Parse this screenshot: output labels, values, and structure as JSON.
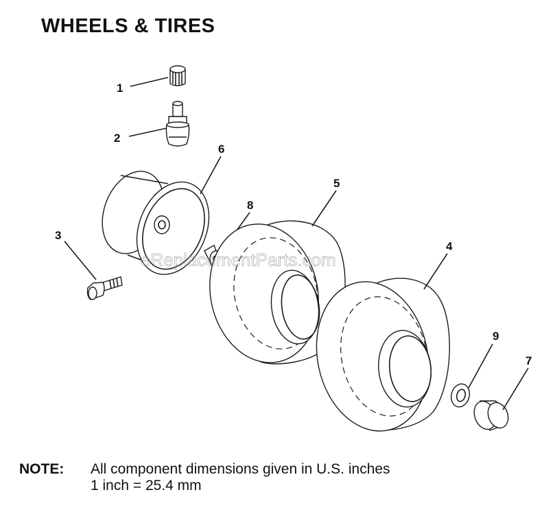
{
  "title": "WHEELS & TIRES",
  "watermark": "eReplacementParts.com",
  "callouts": {
    "c1": "1",
    "c2": "2",
    "c3": "3",
    "c4": "4",
    "c5": "5",
    "c6": "6",
    "c7": "7",
    "c8": "8",
    "c9": "9"
  },
  "note": {
    "label": "NOTE:",
    "line1": "All component dimensions given in U.S. inches",
    "line2": "1 inch = 25.4 mm"
  }
}
